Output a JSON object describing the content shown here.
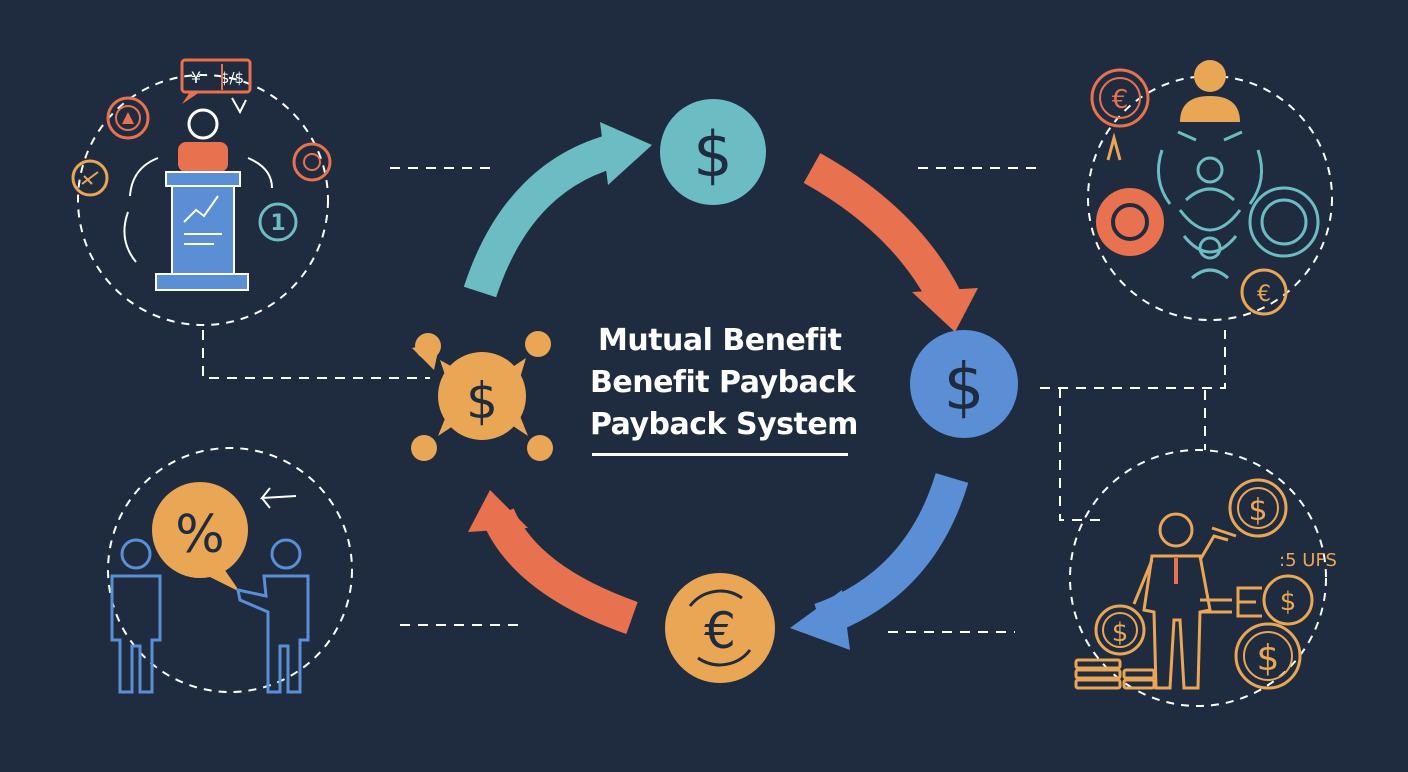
{
  "title": {
    "line1": "Mutual Benefit",
    "line2": "Benefit Payback",
    "line3": "Payback System"
  },
  "symbols": {
    "dollar": "$",
    "euro": "€",
    "yen": "¥",
    "exchange": "$/$",
    "percent": "%",
    "one": "1",
    "top_right_code": ":5 UFS"
  },
  "colors": {
    "background": "#1f2b3f",
    "teal": "#6cbcc4",
    "orange": "#e8714f",
    "blue": "#5a8fd6",
    "gold": "#e9a655",
    "white": "#ffffff"
  },
  "icons": [
    "presenter-podium-icon",
    "team-network-icon",
    "negotiation-people-icon",
    "businessman-coins-icon"
  ]
}
